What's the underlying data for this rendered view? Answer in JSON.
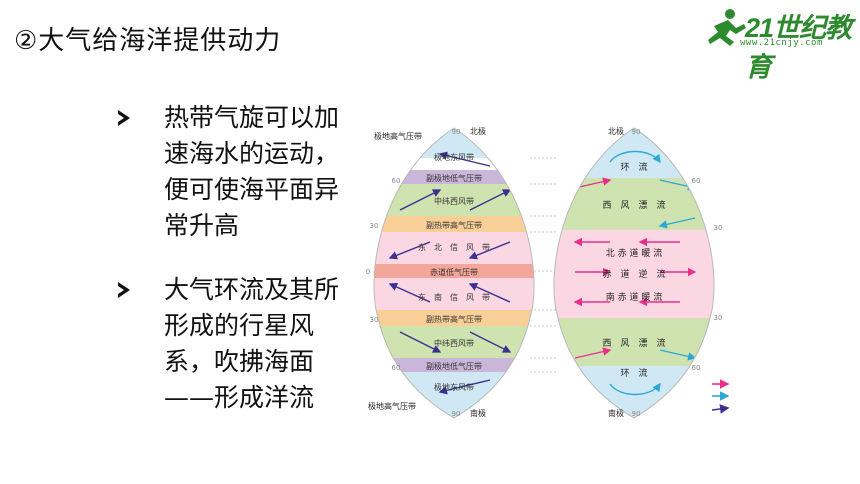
{
  "slide": {
    "title": "②大气给海洋提供动力",
    "logo": {
      "brand": "21世纪教育",
      "url": "www.21cnjy.com"
    },
    "bullets": [
      {
        "text": "热带气旋可以加速海水的运动，便可使海平面异常升高"
      },
      {
        "text": "大气环流及其所形成的行星风系，吹拂海面——形成洋流"
      }
    ]
  },
  "diagram": {
    "left": {
      "top_label": "极地高气压带",
      "bottom_label": "极地高气压带",
      "north_pole": "北极",
      "south_pole": "南极",
      "lat_labels": [
        "90",
        "60",
        "30",
        "0",
        "30",
        "60",
        "90"
      ],
      "bands": [
        "极地东风带",
        "副极地低气压带",
        "中纬西风带",
        "副热带高气压带",
        "东　北　信　风　带",
        "赤道低气压带",
        "东　南　信　风　带",
        "副热带高气压带",
        "中纬西风带",
        "副极地低气压带",
        "极地东风带"
      ]
    },
    "right": {
      "north_pole": "北极",
      "south_pole": "南极",
      "lat_labels": [
        "90",
        "60",
        "30",
        "30",
        "60",
        "90"
      ],
      "currents": [
        "环　流",
        "西　风　漂　流",
        "北 赤 道 暖 流",
        "赤　道　逆　流",
        "南 赤 道 暖 流",
        "西　风　漂　流",
        "环　流"
      ]
    },
    "legend_colors": [
      "#e8308a",
      "#2aa9d8",
      "#3b2f8f"
    ],
    "colors": {
      "polar_high": "#cfe8f3",
      "subpolar_low": "#c9b6d9",
      "westerlies": "#cfe3b0",
      "subtropical_high": "#f8cf97",
      "trades": "#fbd7e4",
      "equatorial_low": "#f2a79a",
      "warm_arrow": "#e8308a",
      "cold_arrow": "#2aa9d8",
      "wind_arrow": "#3b2f8f"
    }
  }
}
